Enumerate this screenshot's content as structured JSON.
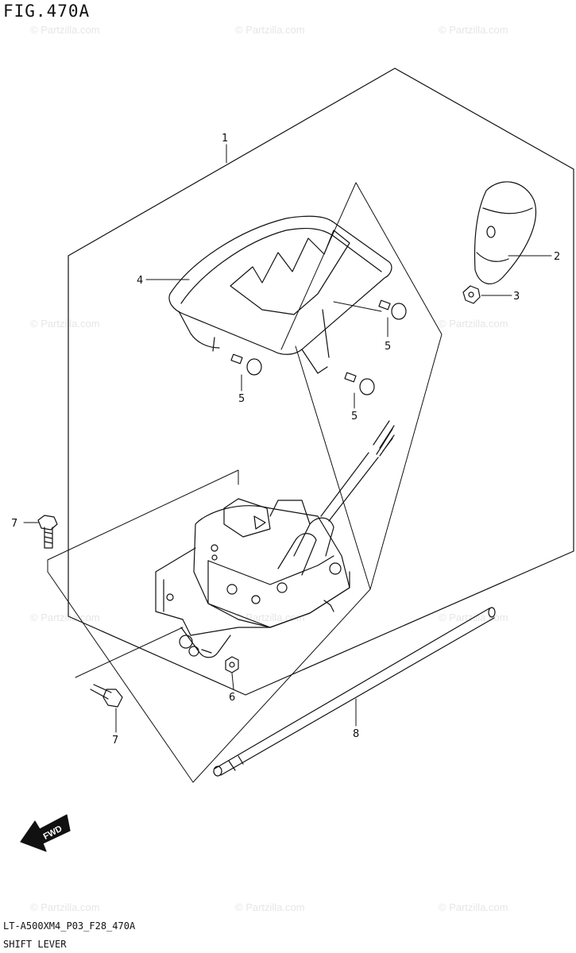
{
  "header": {
    "figure_label": "FIG.470A"
  },
  "footer": {
    "model_code": "LT-A500XM4_P03_F28_470A",
    "section_name": "SHIFT LEVER"
  },
  "watermark": {
    "text": "© Partzilla.com",
    "color": "#e6e6e6"
  },
  "direction_badge": {
    "label": "FWD"
  },
  "callouts": [
    {
      "id": "1",
      "part": "shift-lever-assembly"
    },
    {
      "id": "2",
      "part": "knob"
    },
    {
      "id": "3",
      "part": "nut"
    },
    {
      "id": "4",
      "part": "cover"
    },
    {
      "id": "5a",
      "label": "5",
      "part": "screw"
    },
    {
      "id": "5b",
      "label": "5",
      "part": "screw"
    },
    {
      "id": "5c",
      "label": "5",
      "part": "screw"
    },
    {
      "id": "6",
      "part": "nut"
    },
    {
      "id": "7a",
      "label": "7",
      "part": "bolt"
    },
    {
      "id": "7b",
      "label": "7",
      "part": "bolt"
    },
    {
      "id": "8",
      "part": "rod"
    }
  ]
}
